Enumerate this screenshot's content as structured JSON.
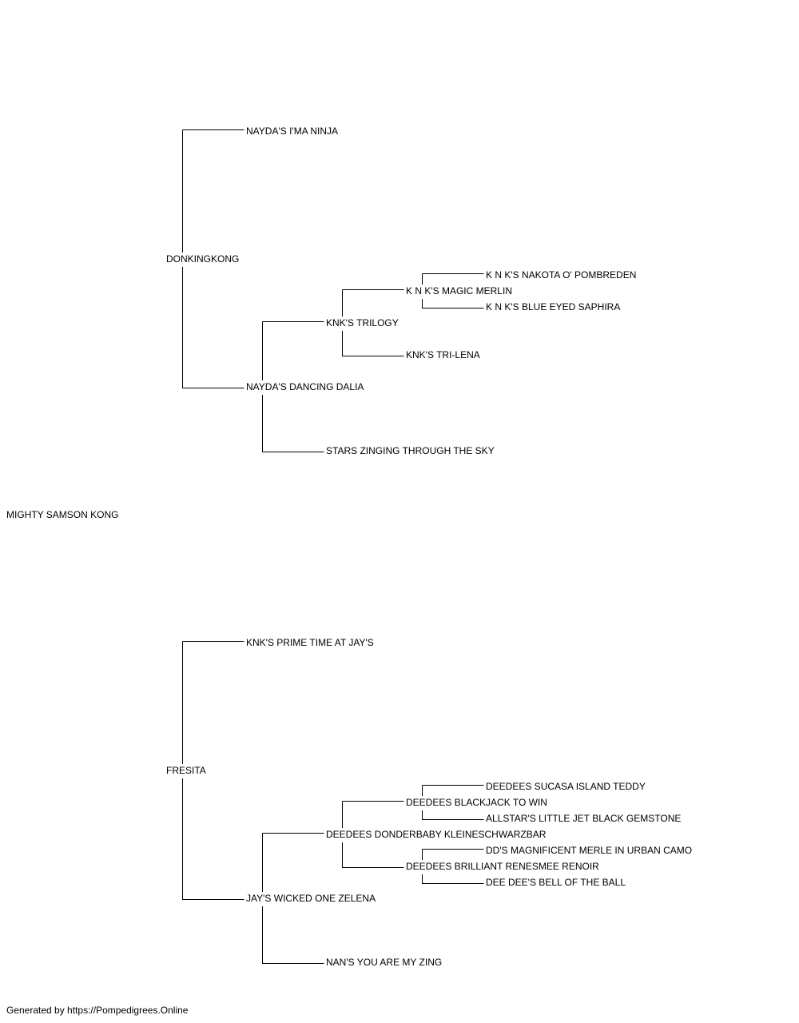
{
  "pedigree": {
    "subject": "MIGHTY SAMSON KONG",
    "sire": {
      "name": "DONKINGKONG",
      "sire": {
        "name": "NAYDA'S I'MA NINJA"
      },
      "dam": {
        "name": "NAYDA'S DANCING DALIA",
        "sire": {
          "name": "KNK'S TRILOGY",
          "sire": {
            "name": "K N K'S MAGIC MERLIN",
            "sire": {
              "name": "K N K'S NAKOTA O' POMBREDEN"
            },
            "dam": {
              "name": "K N K'S BLUE EYED SAPHIRA"
            }
          },
          "dam": {
            "name": "KNK'S TRI-LENA"
          }
        },
        "dam": {
          "name": "STARS ZINGING THROUGH THE SKY"
        }
      }
    },
    "dam": {
      "name": "FRESITA",
      "sire": {
        "name": "KNK'S PRIME TIME AT JAY'S"
      },
      "dam": {
        "name": "JAY'S WICKED ONE ZELENA",
        "sire": {
          "name": "DEEDEES DONDERBABY KLEINESCHWARZBAR",
          "sire": {
            "name": "DEEDEES BLACKJACK TO WIN",
            "sire": {
              "name": "DEEDEES SUCASA ISLAND TEDDY"
            },
            "dam": {
              "name": "ALLSTAR'S LITTLE JET BLACK GEMSTONE"
            }
          },
          "dam": {
            "name": "DEEDEES BRILLIANT RENESMEE RENOIR",
            "sire": {
              "name": "DD'S MAGNIFICENT MERLE IN URBAN CAMO"
            },
            "dam": {
              "name": "DEE DEE'S BELL OF THE BALL"
            }
          }
        },
        "dam": {
          "name": "NAN'S YOU ARE MY ZING"
        }
      }
    }
  },
  "footer": "Generated by https://Pompedigrees.Online",
  "colors": {
    "line": "#000000",
    "text": "#000000",
    "background": "#ffffff"
  }
}
